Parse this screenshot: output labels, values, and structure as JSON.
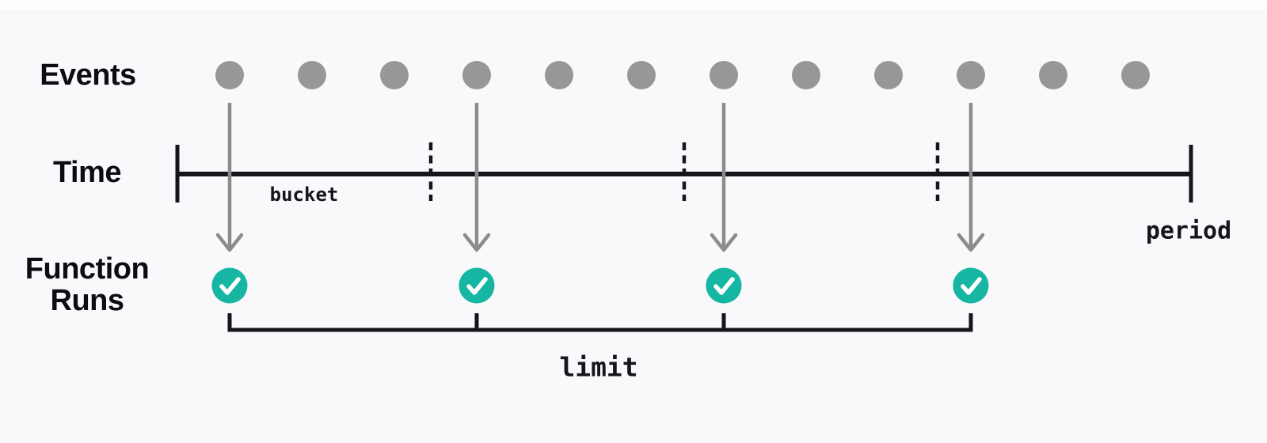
{
  "labels": {
    "events": "Events",
    "time": "Time",
    "function_runs": "Function\nRuns",
    "bucket": "bucket",
    "period": "period",
    "limit": "limit"
  },
  "colors": {
    "background": "#f9f9fc",
    "event_dot": "#979797",
    "arrow": "#8c8c8c",
    "timeline": "#15151b",
    "bracket": "#15151b",
    "run_circle": "#17b6a3",
    "check": "#ffffff",
    "text": "#0c0d12"
  },
  "icons": {
    "run_status": "check-icon"
  },
  "diagram": {
    "events_count": 12,
    "buckets_count": 4,
    "function_runs_count": 4,
    "run_event_indices": [
      1,
      4,
      7,
      10
    ]
  }
}
